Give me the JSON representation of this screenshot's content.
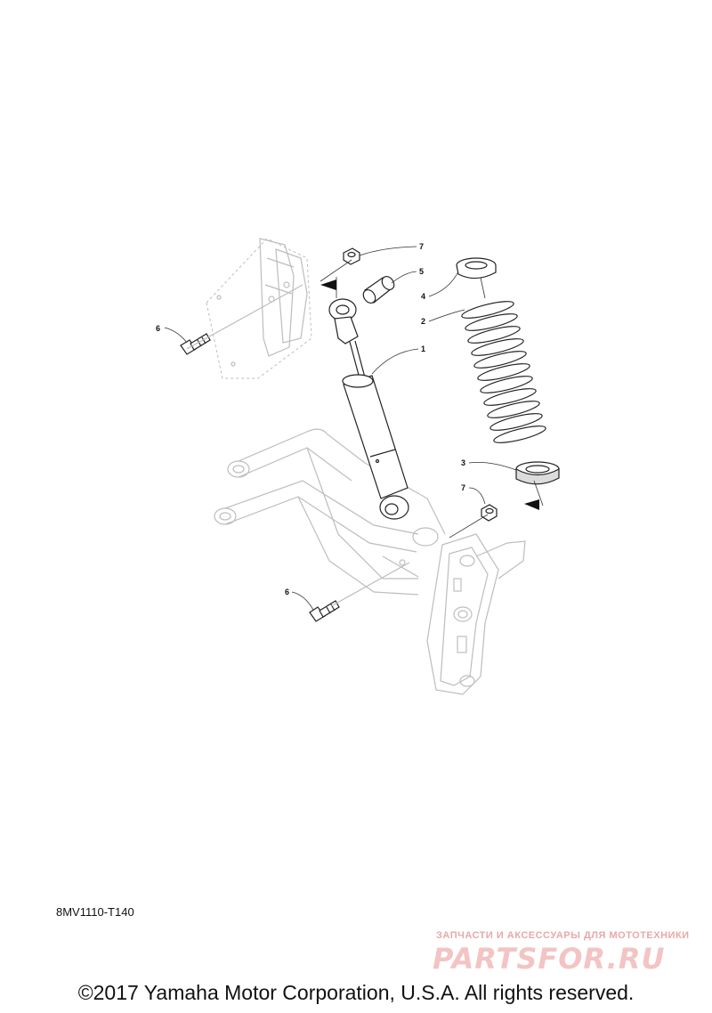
{
  "diagram_code": "8MV1110-T140",
  "copyright": "©2017 Yamaha Motor Corporation, U.S.A. All rights reserved.",
  "watermark": {
    "tagline": "ЗАПЧАСТИ И АКСЕССУАРЫ ДЛЯ МОТОТЕХНИКИ",
    "logo": "PARTSFOR.RU"
  },
  "callouts": [
    {
      "id": "callout-7-top",
      "num": "7"
    },
    {
      "id": "callout-5",
      "num": "5"
    },
    {
      "id": "callout-4",
      "num": "4"
    },
    {
      "id": "callout-2",
      "num": "2"
    },
    {
      "id": "callout-1",
      "num": "1"
    },
    {
      "id": "callout-6-top",
      "num": "6"
    },
    {
      "id": "callout-3",
      "num": "3"
    },
    {
      "id": "callout-7-bottom",
      "num": "7"
    },
    {
      "id": "callout-6-bottom",
      "num": "6"
    }
  ]
}
